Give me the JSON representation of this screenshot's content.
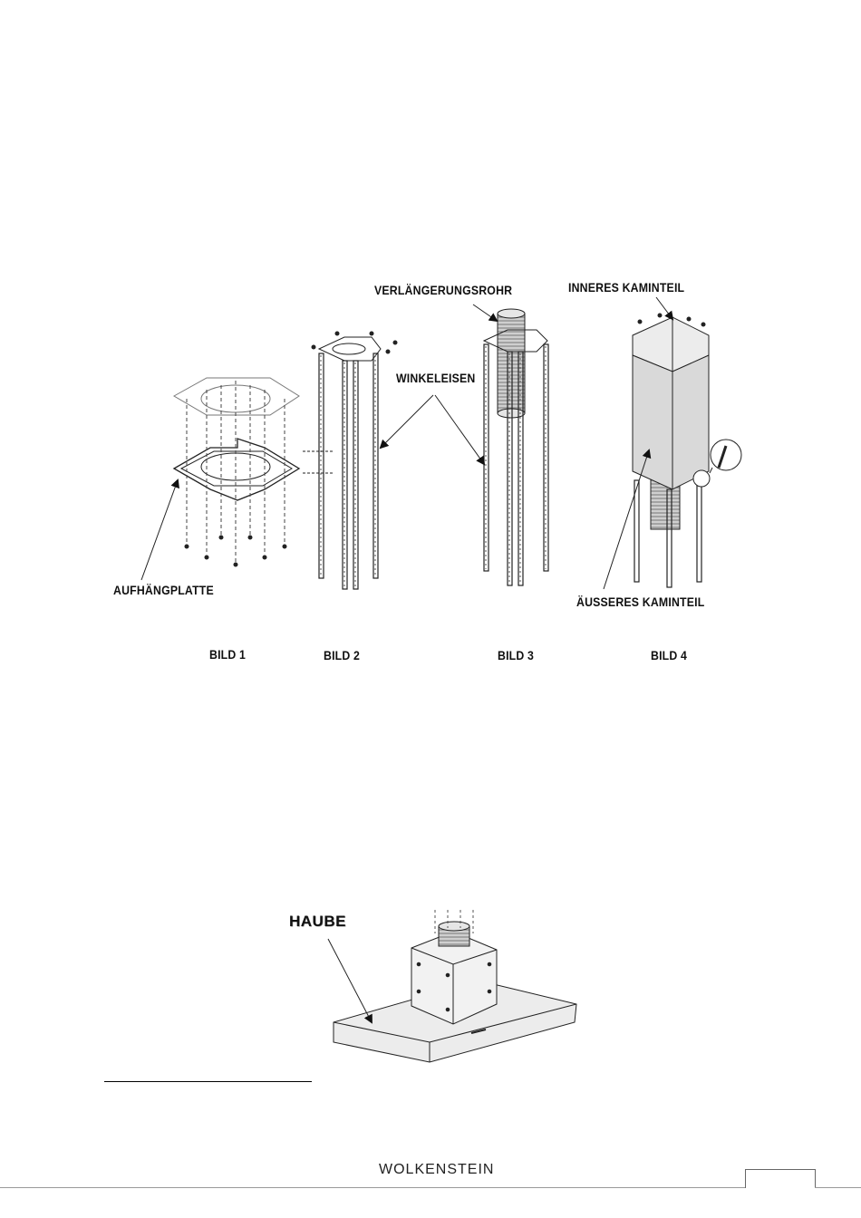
{
  "labels": {
    "verlaengerungsrohr": "VERLÄNGERUNGSROHR",
    "inneres_kaminteil": "INNERES KAMINTEIL",
    "winkeleisen": "WINKELEISEN",
    "aufhaengeplatte": "AUFHÄNGPLATTE",
    "aeusseres_kaminteil": "ÄUSSERES KAMINTEIL",
    "haube": "HAUBE"
  },
  "figures": {
    "bild1": "BILD 1",
    "bild2": "BILD 2",
    "bild3": "BILD 3",
    "bild4": "BILD 4"
  },
  "footer": {
    "brand": "WOLKENSTEIN"
  },
  "colors": {
    "line": "#222222",
    "shade": "#d9d9d9",
    "paper": "#ffffff"
  }
}
